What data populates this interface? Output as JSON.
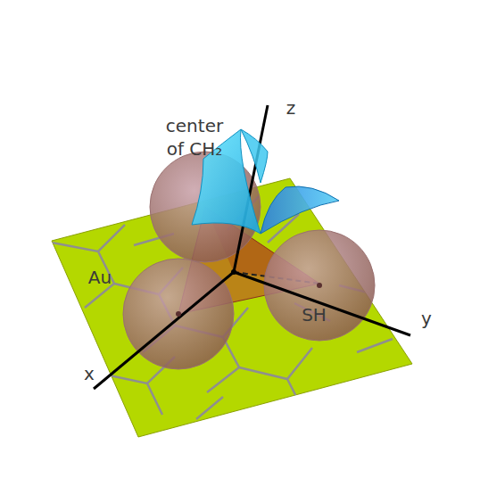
{
  "diagram": {
    "labels": [
      "center of CH₂",
      "z",
      "Au",
      "SH",
      "x",
      "y"
    ]
  }
}
